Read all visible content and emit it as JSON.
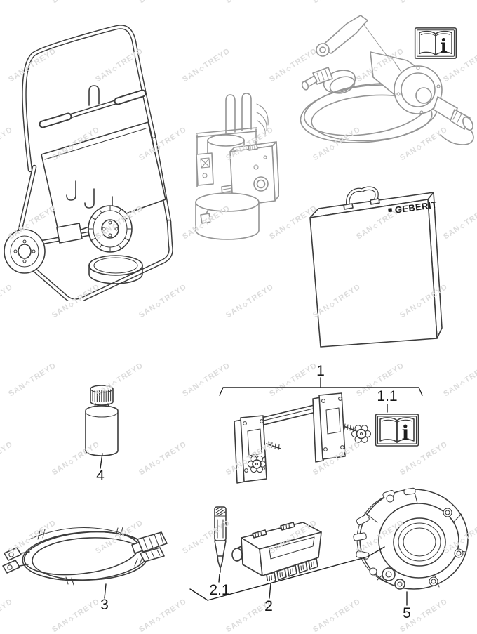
{
  "watermark": {
    "left": "SAN",
    "right": "TREYD",
    "logo_glyph": "◇",
    "color": "#dcdcdc"
  },
  "case_label": {
    "logo_glyph": "■",
    "brand": "GEBERIT"
  },
  "manual_icon_glyph": "i",
  "callouts": {
    "item1": "1",
    "item1_1": "1.1",
    "item2": "2",
    "item2_1": "2.1",
    "item3": "3",
    "item4": "4",
    "item5": "5"
  },
  "colors": {
    "line_dark": "#3c3c3c",
    "line_light": "#949494",
    "label": "#161616",
    "watermark": "#dcdcdc",
    "background": "#ffffff"
  }
}
